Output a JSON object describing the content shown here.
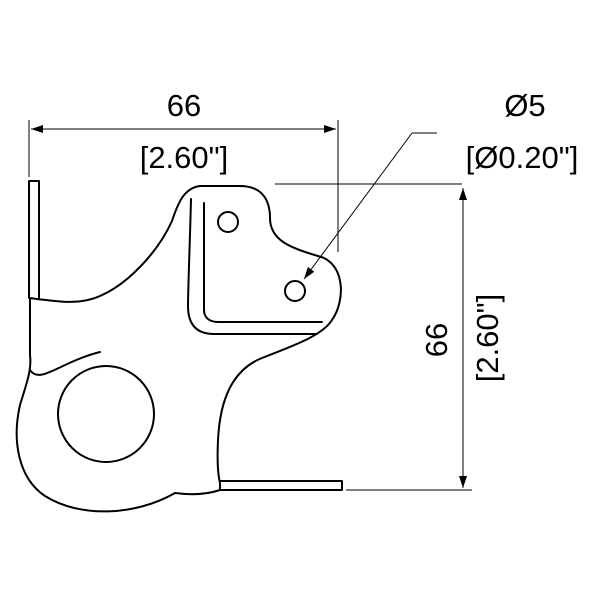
{
  "drawing": {
    "width_dimension": {
      "value": "66",
      "inches": "[2.60\"]"
    },
    "height_dimension": {
      "value": "66",
      "inches": "[2.60\"]"
    },
    "hole_dimension": {
      "value": "Ø5",
      "inches": "[Ø0.20\"]"
    }
  },
  "colors": {
    "line": "#000000",
    "background": "#ffffff"
  }
}
